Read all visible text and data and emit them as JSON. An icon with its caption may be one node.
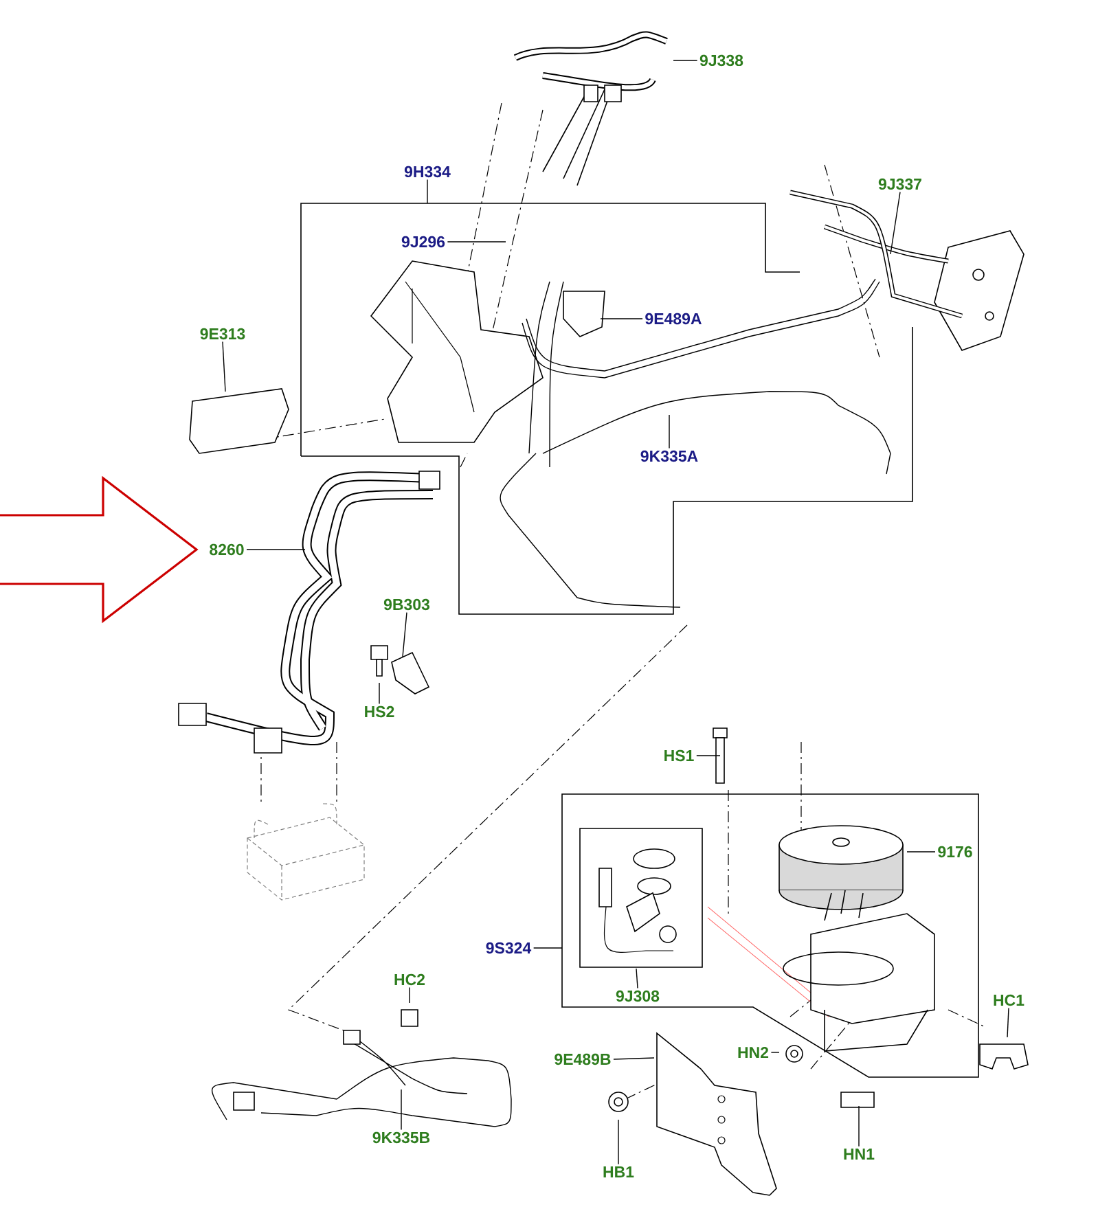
{
  "diagram": {
    "nodes": [
      {
        "text": [
          "9J338"
        ]
      },
      {
        "text": [
          "9H334"
        ]
      },
      {
        "text": [
          "9J296"
        ]
      },
      {
        "text": [
          "9J337"
        ]
      },
      {
        "text": [
          "9E313"
        ]
      },
      {
        "text": [
          "9E489A"
        ]
      },
      {
        "text": [
          "9K335A"
        ]
      },
      {
        "text": [
          "8260"
        ]
      },
      {
        "text": [
          "9B303"
        ]
      },
      {
        "text": [
          "HS2"
        ]
      },
      {
        "text": [
          "HS1"
        ]
      },
      {
        "text": [
          "9176"
        ]
      },
      {
        "text": [
          "9S324"
        ]
      },
      {
        "text": [
          "9J308"
        ]
      },
      {
        "text": [
          "HC1"
        ]
      },
      {
        "text": [
          "HC2"
        ]
      },
      {
        "text": [
          "HN2"
        ]
      },
      {
        "text": [
          "9E489B"
        ]
      },
      {
        "text": [
          "9K335B"
        ]
      },
      {
        "text": [
          "HB1"
        ]
      },
      {
        "text": [
          "HN1"
        ]
      }
    ],
    "edges": [
      {
        "from": 0,
        "to": null,
        "arrow": "none"
      },
      {
        "from": 1,
        "to": null,
        "arrow": "none"
      },
      {
        "from": 2,
        "to": null,
        "arrow": "none"
      },
      {
        "from": 3,
        "to": null,
        "arrow": "none"
      },
      {
        "from": 4,
        "to": null,
        "arrow": "none"
      },
      {
        "from": 5,
        "to": null,
        "arrow": "none"
      },
      {
        "from": 6,
        "to": null,
        "arrow": "none"
      },
      {
        "from": 7,
        "to": null,
        "arrow": "none"
      },
      {
        "from": 8,
        "to": null,
        "arrow": "none"
      },
      {
        "from": 9,
        "to": null,
        "arrow": "none"
      },
      {
        "from": 10,
        "to": null,
        "arrow": "none"
      },
      {
        "from": 11,
        "to": null,
        "arrow": "none"
      },
      {
        "from": 12,
        "to": null,
        "arrow": "none"
      },
      {
        "from": 13,
        "to": null,
        "arrow": "none"
      },
      {
        "from": 14,
        "to": null,
        "arrow": "none"
      },
      {
        "from": 15,
        "to": null,
        "arrow": "none"
      },
      {
        "from": 16,
        "to": null,
        "arrow": "none"
      },
      {
        "from": 17,
        "to": null,
        "arrow": "none"
      },
      {
        "from": 18,
        "to": null,
        "arrow": "none"
      },
      {
        "from": 19,
        "to": null,
        "arrow": "none"
      },
      {
        "from": 20,
        "to": null,
        "arrow": "none"
      }
    ]
  }
}
